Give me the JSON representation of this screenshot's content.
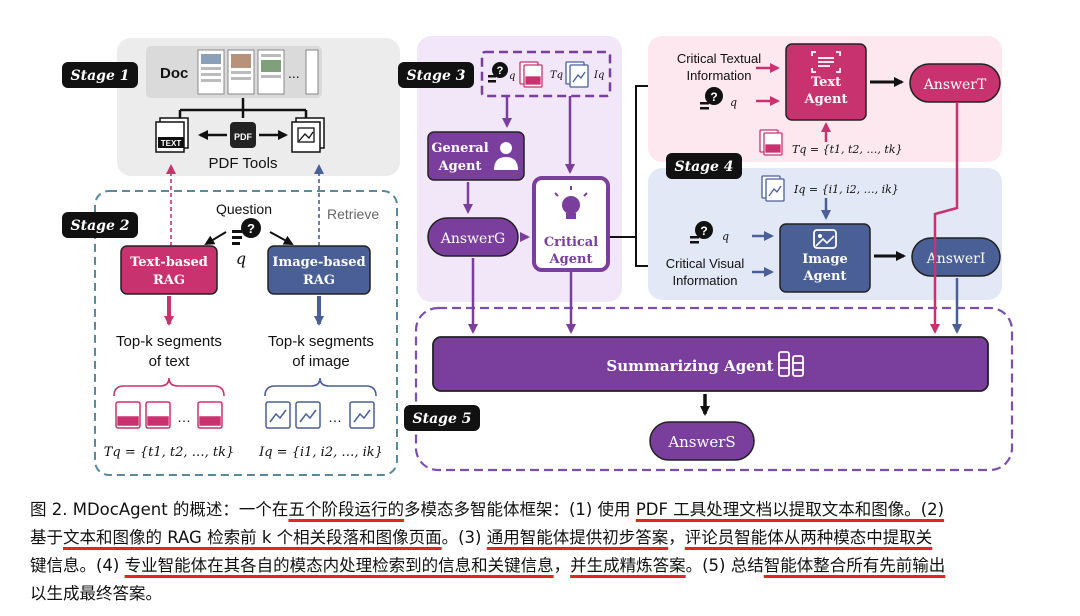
{
  "stages": {
    "s1": "Stage 1",
    "s2": "Stage 2",
    "s3": "Stage 3",
    "s4": "Stage 4",
    "s5": "Stage 5"
  },
  "stage1": {
    "doc_label": "Doc",
    "ellipsis": "...",
    "pdf_badge": "PDF",
    "text_badge": "TEXT",
    "tool_label": "PDF Tools"
  },
  "stage2": {
    "question_label": "Question",
    "q_symbol": "q",
    "retrieve_label": "Retrieve",
    "text_rag_line1": "Text-based",
    "text_rag_line2": "RAG",
    "image_rag_line1": "Image-based",
    "image_rag_line2": "RAG",
    "topk_text_line1": "Top-k segments",
    "topk_text_line2": "of text",
    "topk_image_line1": "Top-k segments",
    "topk_image_line2": "of image",
    "tq_formula": "Tq = {t1, t2, …, tk}",
    "iq_formula": "Iq = {i1, i2, …, ik}",
    "dots": "…"
  },
  "stage3": {
    "input_q": "q",
    "input_tq": "Tq",
    "input_iq": "Iq",
    "general_agent_line1": "General",
    "general_agent_line2": "Agent",
    "answer_g": "AnswerG",
    "critical_agent_line1": "Critical",
    "critical_agent_line2": "Agent"
  },
  "stage4": {
    "critical_textual_line1": "Critical Textual",
    "critical_textual_line2": "Information",
    "critical_visual_line1": "Critical Visual",
    "critical_visual_line2": "Information",
    "text_agent_line1": "Text",
    "text_agent_line2": "Agent",
    "image_agent_line1": "Image",
    "image_agent_line2": "Agent",
    "answer_t": "AnswerT",
    "answer_i": "AnswerI",
    "q_symbol": "q",
    "tq_formula": "Tq = {t1, t2, …, tk}",
    "iq_formula": "Iq = {i1, i2, …, ik}"
  },
  "stage5": {
    "summarizing_agent": "Summarizing Agent",
    "answer_s": "AnswerS"
  },
  "caption": {
    "p1": "图 2. MDocAgent 的概述：一个在",
    "u1": "五个阶段运行的",
    "p2": "多模态多智能体框架：(1) 使用 ",
    "u2": "PDF 工具处理文档以提取文本和图像。(2)",
    "p3": "基于",
    "u3": "文本和图像的 RAG 检索前 k 个相关段落和图像页面",
    "p4": "。(3) ",
    "u4": "通用智能体提供初步答案",
    "p5": "，",
    "u5": "评论员智能体从两种模态中提取关",
    "p6": "键信息。(4) ",
    "u6": "专业智能体在其各自的模态内处理检索到的信息和关键信息",
    "p7": "，",
    "u7": "并生成精炼答案",
    "p8": "。(5) 总结",
    "u8": "智能体整合所有先前输出",
    "p9": "以生成最终答案。"
  },
  "colors": {
    "pink": "#c8336f",
    "pink_light": "#fde8ef",
    "purple": "#7a3f9d",
    "purple_light": "#f1e7f8",
    "blue": "#4a5f96",
    "blue_light": "#e3e8f6",
    "stage_box": "#111111",
    "doc_gray": "#ececec",
    "dash_teal": "#5a8a9a",
    "dash_purple": "#7a4fae"
  }
}
